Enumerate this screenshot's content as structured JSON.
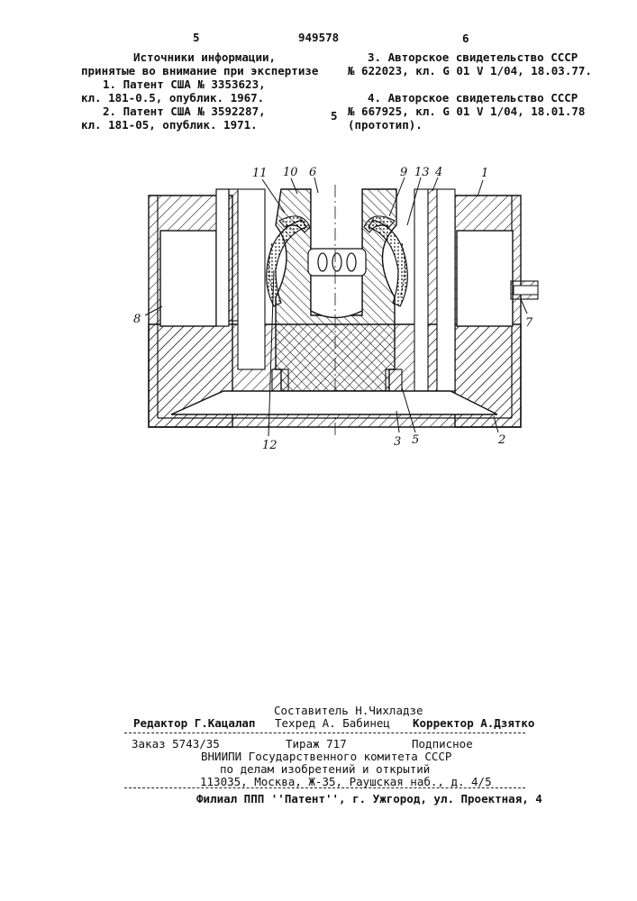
{
  "header": {
    "page_left": "5",
    "patent_number": "949578",
    "page_right": "6"
  },
  "sources": {
    "title_line1": "Источники информации,",
    "title_line2": "принятые во внимание при экспертизе",
    "left": [
      "1. Патент США № 3353623,",
      "кл. 181-0.5, опублик. 1967.",
      "2. Патент США № 3592287,",
      "кл. 181-05, опублик. 1971."
    ],
    "right": [
      "3. Авторское свидетельство СССР",
      "№ 622023, кл. G 01 V 1/04, 18.03.77.",
      "4. Авторское свидетельство СССР",
      "№ 667925, кл. G 01 V 1/04, 18.01.78",
      "(прототип)."
    ],
    "line_marker": "5"
  },
  "figure": {
    "labels": [
      "11",
      "10",
      "6",
      "9",
      "13",
      "4",
      "1",
      "8",
      "7",
      "12",
      "3",
      "5",
      "2"
    ]
  },
  "footer": {
    "compiler": "Составитель Н.Чихладзе",
    "editor": "Редактор Г.Кацалап",
    "techred": "Техред А. Бабинец",
    "corrector": "Корректор А.Дзятко",
    "order": "Заказ 5743/35",
    "circulation": "Тираж 717",
    "subscription": "Подписное",
    "org_line1": "ВНИИПИ Государственного комитета СССР",
    "org_line2": "по делам изобретений и открытий",
    "org_line3": "113035, Москва, Ж-35, Раушская наб., д. 4/5",
    "branch": "Филиал ППП ''Патент'', г. Ужгород, ул. Проектная, 4"
  }
}
